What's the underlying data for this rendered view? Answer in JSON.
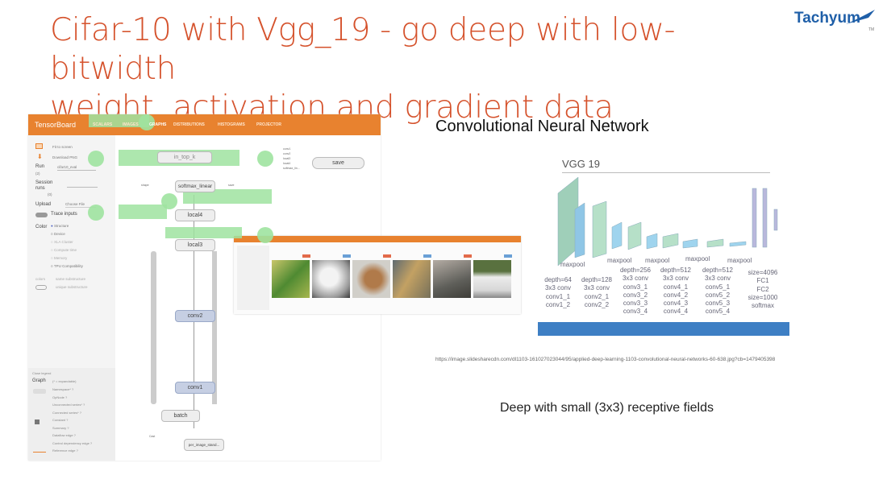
{
  "slide": {
    "title_line1": "Cifar-10 with Vgg_19 - go deep with low-bitwidth",
    "title_line2": "weight, activation and gradient data",
    "logo": "Tachyum",
    "logo_tm": "TM",
    "cnn_heading": "Convolutional Neural Network",
    "source_url": "https://image.slidesharecdn.com/dl1103-161027023044/95/applied-deep-learning-1103-convolutional-neural-networks-60-638.jpg?cb=1479405398",
    "caption": "Deep with small (3x3) receptive fields"
  },
  "tensorboard": {
    "brand": "TensorBoard",
    "tabs": [
      "SCALARS",
      "IMAGES",
      "GRAPHS",
      "DISTRIBUTIONS",
      "HISTOGRAMS",
      "PROJECTOR"
    ],
    "fit": "Fit to screen",
    "download": "Download PNG",
    "run_label": "Run",
    "run_count": "(2)",
    "run_value": "cifar10_eval",
    "session_label": "Session runs",
    "session_count": "(0)",
    "upload_label": "Upload",
    "choose_file": "Choose File",
    "trace": "Trace inputs",
    "color_label": "Color",
    "color_options": [
      "Structure",
      "Device",
      "XLA Cluster",
      "Compute time",
      "Memory",
      "TPU Compatibility"
    ],
    "colors_label": "colors",
    "same": "same substructure",
    "unique": "unique substructure",
    "legend_toggle": "Close legend",
    "graph_label": "Graph",
    "expandable": "(* = expandable)",
    "legend_items": [
      "Namespace* ?",
      "OpNode ?",
      "Unconnected series* ?",
      "Connected series* ?",
      "Constant ?",
      "Summary ?",
      "Dataflow edge ?",
      "Control dependency edge ?",
      "Reference edge ?"
    ],
    "nodes": {
      "in_top_k": "in_top_k",
      "softmax": "softmax_linear",
      "local4": "local4",
      "local3": "local3",
      "conv2": "conv2",
      "conv1": "conv1",
      "batch": "batch",
      "per_image": "per_image_stand...",
      "save": "save",
      "shape": "shape",
      "cast": "Cast",
      "save_small": "save"
    },
    "save_inputs": [
      "conv1",
      "conv2",
      "local3",
      "local4",
      "softmax_lin..."
    ]
  },
  "vgg": {
    "title": "VGG 19",
    "labels": {
      "mp1": "maxpool",
      "mp2": "maxpool",
      "mp3": "maxpool",
      "mp4": "maxpool",
      "mp5": "maxpool"
    },
    "g1": [
      "depth=64",
      "3x3 conv",
      "conv1_1",
      "conv1_2"
    ],
    "g2": [
      "depth=128",
      "3x3 conv",
      "conv2_1",
      "conv2_2"
    ],
    "g3": [
      "depth=256",
      "3x3 conv",
      "conv3_1",
      "conv3_2",
      "conv3_3",
      "conv3_4"
    ],
    "g4": [
      "depth=512",
      "3x3 conv",
      "conv4_1",
      "conv4_2",
      "conv4_3",
      "conv4_4"
    ],
    "g5": [
      "depth=512",
      "3x3 conv",
      "conv5_1",
      "conv5_2",
      "conv5_3",
      "conv5_4"
    ],
    "fc": [
      "size=4096",
      "FC1",
      "FC2",
      "size=1000",
      "softmax"
    ]
  },
  "colors": {
    "title": "#d5522c",
    "tensorboard_orange": "#e8822f",
    "logo_blue": "#1f5fa8"
  }
}
